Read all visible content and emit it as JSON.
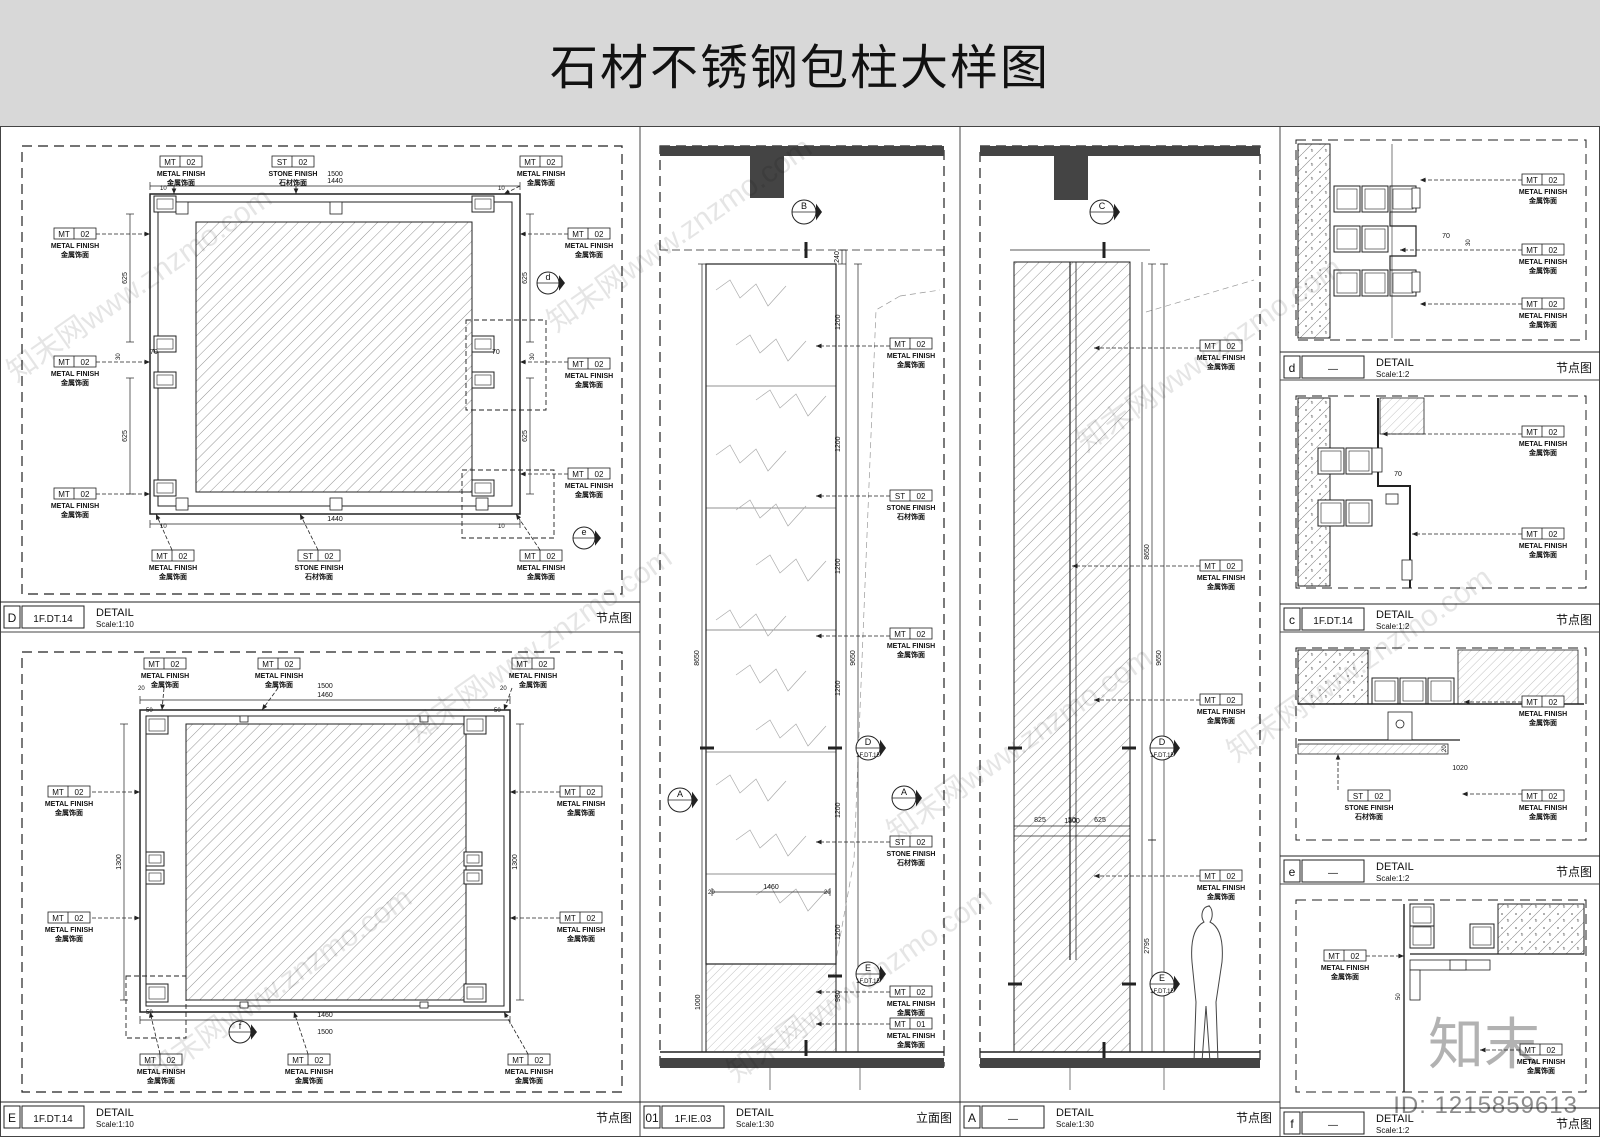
{
  "title": "石材不锈钢包柱大样图",
  "tags": {
    "mt": "MT",
    "st": "ST",
    "code02": "02",
    "code01": "01",
    "metal": "METAL FINISH",
    "metal_cn": "金属饰面",
    "stone": "STONE FINISH",
    "stone_cn": "石材饰面"
  },
  "dims": {
    "d1500": "1500",
    "d1440": "1440",
    "d1460": "1460",
    "d1300": "1300",
    "d625": "625",
    "d70": "70",
    "d50": "50",
    "d30": "30",
    "d20": "20",
    "d10": "10",
    "d1200": "1200",
    "d240": "240",
    "d8650": "8650",
    "d9650": "9650",
    "d1000": "1000",
    "d980": "980",
    "d2795": "2795",
    "d1020": "1020",
    "d825": "825"
  },
  "callouts": {
    "A": "A",
    "B": "B",
    "C": "C",
    "D": "D",
    "E": "E",
    "d": "d",
    "e": "e",
    "f": "f",
    "ref": "1F.DT.15"
  },
  "panels": {
    "D": {
      "letter": "D",
      "ref": "1F.DT.14",
      "title": "DETAIL",
      "scale": "Scale:1:10",
      "type": "节点图"
    },
    "E": {
      "letter": "E",
      "ref": "1F.DT.14",
      "title": "DETAIL",
      "scale": "Scale:1:10",
      "type": "节点图"
    },
    "O1": {
      "letter": "01",
      "ref": "1F.IE.03",
      "title": "DETAIL",
      "scale": "Scale:1:30",
      "type": "立面图"
    },
    "A": {
      "letter": "A",
      "ref": "—",
      "title": "DETAIL",
      "scale": "Scale:1:30",
      "type": "节点图"
    },
    "d": {
      "letter": "d",
      "ref": "—",
      "title": "DETAIL",
      "scale": "Scale:1:2",
      "type": "节点图"
    },
    "c": {
      "letter": "c",
      "ref": "1F.DT.14",
      "title": "DETAIL",
      "scale": "Scale:1:2",
      "type": "节点图"
    },
    "e": {
      "letter": "e",
      "ref": "—",
      "title": "DETAIL",
      "scale": "Scale:1:2",
      "type": "节点图"
    },
    "f": {
      "letter": "f",
      "ref": "—",
      "title": "DETAIL",
      "scale": "Scale:1:2",
      "type": "节点图"
    }
  },
  "watermark": "知末网www.znzmo.com",
  "brand": "知末",
  "image_id": "ID: 1215859613"
}
